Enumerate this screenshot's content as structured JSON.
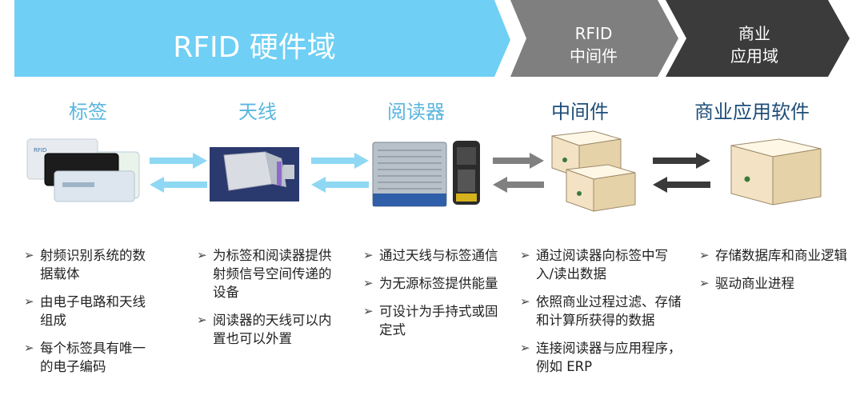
{
  "banner": {
    "hardware": "RFID 硬件域",
    "middleware": [
      "RFID",
      "中间件"
    ],
    "business": [
      "商业",
      "应用域"
    ],
    "colors": {
      "hardware": "#6fcff4",
      "middleware": "#7f7f7f",
      "business": "#3b3b3b"
    }
  },
  "columns": [
    {
      "title": "标签",
      "image": "rfid-tag-cards-icon",
      "bullets": [
        "射频识别系统的数据载体",
        "由电子电路和天线组成",
        "每个标签具有唯一的电子编码"
      ]
    },
    {
      "title": "天线",
      "image": "antenna-icon",
      "bullets": [
        "为标签和阅读器提供射频信号空间传递的设备",
        "阅读器的天线可以内置也可以外置"
      ]
    },
    {
      "title": "阅读器",
      "image": "reader-devices-icon",
      "bullets": [
        "通过天线与标签通信",
        "为无源标签提供能量",
        "可设计为手持式或固定式"
      ]
    },
    {
      "title": "中间件",
      "image": "server-pair-icon",
      "bullets": [
        "通过阅读器向标签中写入/读出数据",
        "依照商业过程过滤、存储和计算所获得的数据",
        "连接阅读器与应用程序，例如 ERP"
      ]
    },
    {
      "title": "商业应用软件",
      "image": "server-icon",
      "bullets": [
        "存储数据库和商业逻辑",
        "驱动商业进程"
      ]
    }
  ],
  "bullet_marker": "➢",
  "arrow_colors": {
    "light": "#8fd8f3",
    "mid": "#808080",
    "dark": "#3a3a3a"
  }
}
